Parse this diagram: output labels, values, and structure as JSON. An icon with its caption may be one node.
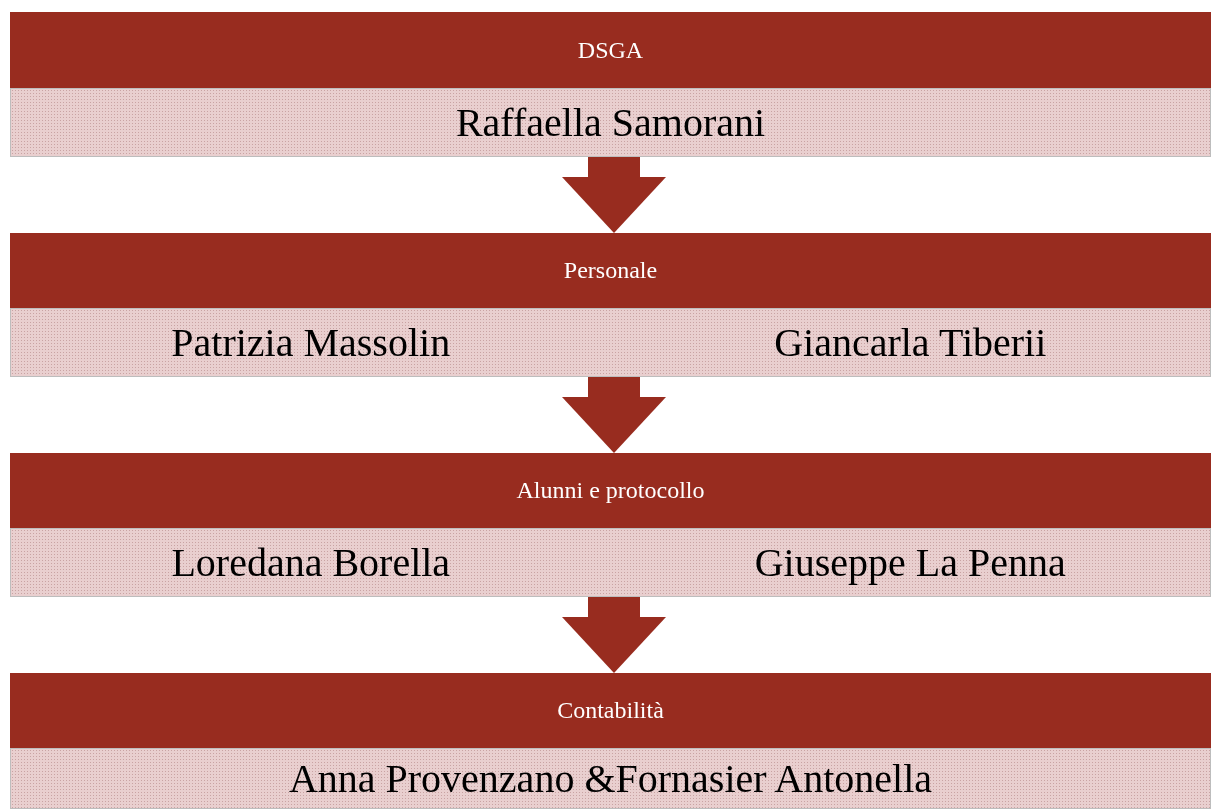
{
  "diagram": {
    "nodes": [
      {
        "text": [
          "DSGA"
        ]
      },
      {
        "text": [
          "Raffaella Samorani"
        ]
      },
      {
        "text": [
          "Personale"
        ]
      },
      {
        "text": [
          "Patrizia Massolin",
          "Giancarla Tiberii"
        ]
      },
      {
        "text": [
          "Alunni e protocollo"
        ]
      },
      {
        "text": [
          "Loredana Borella",
          "Giuseppe La Penna"
        ]
      },
      {
        "text": [
          "Contabilità"
        ]
      },
      {
        "text": [
          "Anna Provenzano &Fornasier Antonella"
        ]
      }
    ],
    "edges": [
      {
        "from": 1,
        "to": 2,
        "arrow": "to"
      },
      {
        "from": 3,
        "to": 4,
        "arrow": "to"
      },
      {
        "from": 5,
        "to": 6,
        "arrow": "to"
      }
    ]
  }
}
